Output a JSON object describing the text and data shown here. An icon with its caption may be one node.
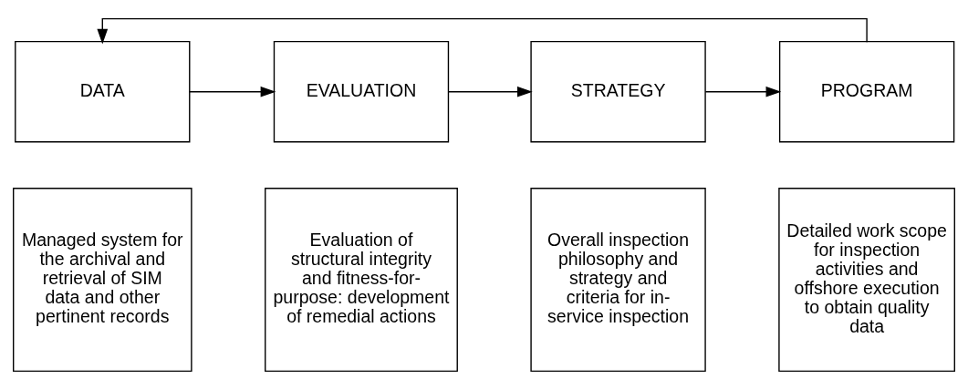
{
  "diagram": {
    "nodes": [
      {
        "text": [
          "DATA"
        ]
      },
      {
        "text": [
          "EVALUATION"
        ]
      },
      {
        "text": [
          "STRATEGY"
        ]
      },
      {
        "text": [
          "PROGRAM"
        ]
      },
      {
        "text": [
          "Managed system for the archival and retrieval of SIM data and other pertinent records"
        ]
      },
      {
        "text": [
          "Evaluation of structural integrity and fitness-for-purpose: development of remedial actions"
        ]
      },
      {
        "text": [
          "Overall inspection philosophy and strategy and criteria for in-service inspection"
        ]
      },
      {
        "text": [
          "Detailed work scope for inspection activities and offshore execution to obtain quality data"
        ]
      }
    ],
    "edges": [
      {
        "from": 0,
        "to": 1,
        "arrow": "to"
      },
      {
        "from": 1,
        "to": 2,
        "arrow": "to"
      },
      {
        "from": 2,
        "to": 3,
        "arrow": "to"
      },
      {
        "from": 3,
        "to": 0,
        "arrow": "to"
      }
    ]
  }
}
